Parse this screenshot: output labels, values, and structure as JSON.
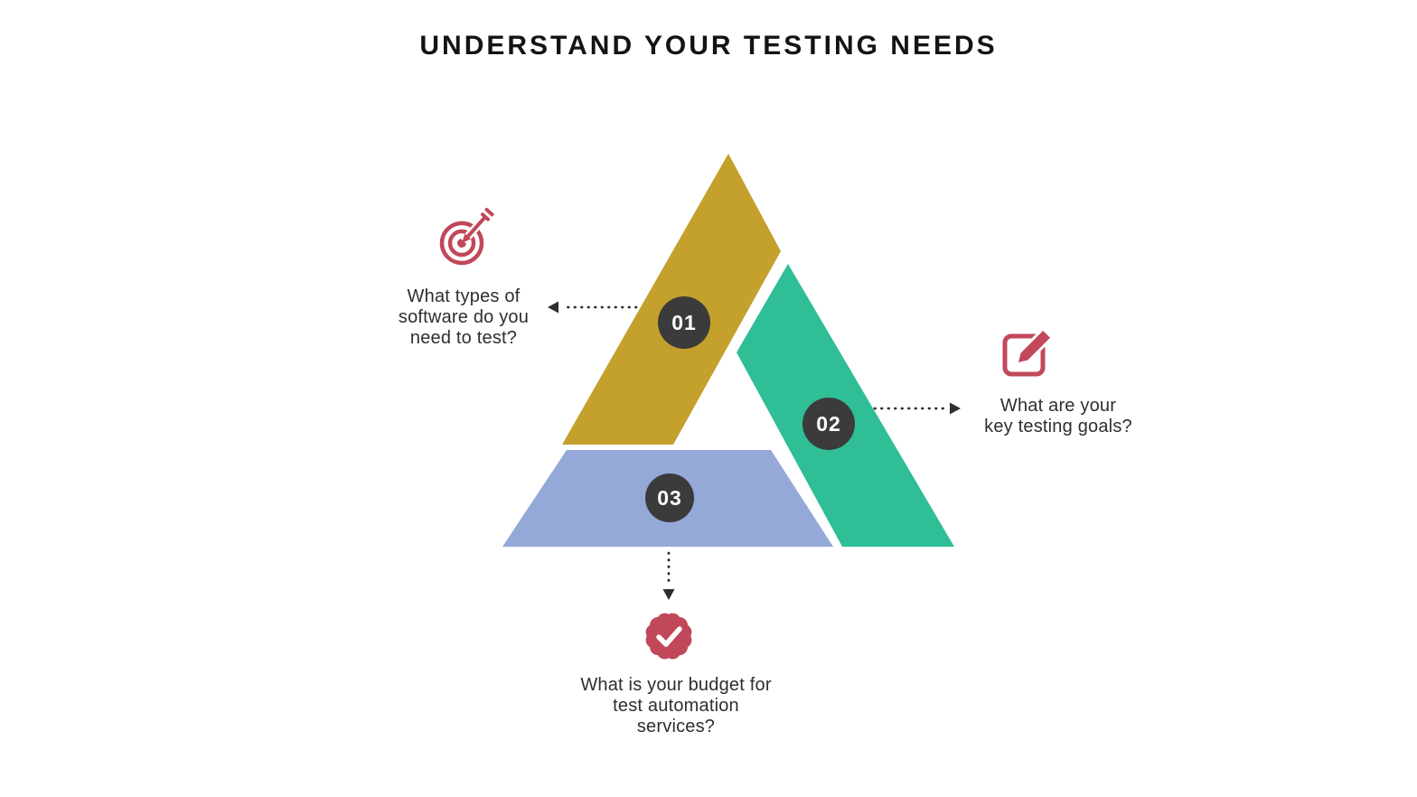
{
  "title": "UNDERSTAND YOUR TESTING NEEDS",
  "colors": {
    "gold": "#C4A02C",
    "teal": "#2FBE96",
    "blue": "#94A9D8",
    "badge_bg": "#3B3B3B",
    "badge_text": "#FFFFFF",
    "accent_red": "#C0485A",
    "arrow": "#2F2F2F",
    "text": "#2E2E2E",
    "background": "#FFFFFF"
  },
  "steps": [
    {
      "number": "01",
      "icon": "target-icon",
      "lines": [
        "What types of",
        "software do you",
        "need to test?"
      ]
    },
    {
      "number": "02",
      "icon": "edit-icon",
      "lines": [
        "What are your",
        "key testing goals?"
      ]
    },
    {
      "number": "03",
      "icon": "check-badge-icon",
      "lines": [
        "What is your budget for",
        "test automation",
        "services?"
      ]
    }
  ]
}
